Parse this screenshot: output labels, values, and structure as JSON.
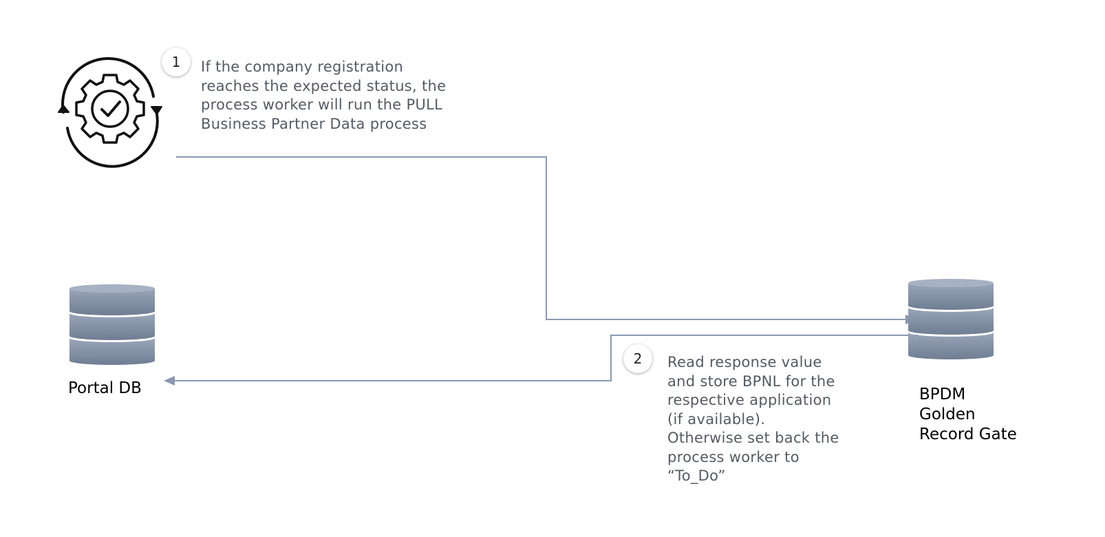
{
  "steps": [
    {
      "number": "1",
      "lines": [
        "If the company registration",
        "reaches the expected status, the",
        "process worker will run the PULL",
        "Business Partner Data process"
      ]
    },
    {
      "number": "2",
      "lines": [
        "Read response value",
        "and store BPNL for the",
        "respective application",
        "(if available).",
        "Otherwise set back the",
        "process worker to",
        "“To_Do”"
      ]
    }
  ],
  "nodes": {
    "process_worker": {
      "icon": "gear-check-cycle-icon"
    },
    "portal_db": {
      "label": "Portal DB",
      "icon": "database-icon"
    },
    "bpdm": {
      "label_lines": [
        "BPDM",
        "Golden",
        "Record Gate"
      ],
      "icon": "database-icon"
    }
  },
  "colors": {
    "connector": "#8a98b2",
    "db_dark": "#6f7d93",
    "db_light": "#9aa6b9",
    "text": "#555b63"
  }
}
